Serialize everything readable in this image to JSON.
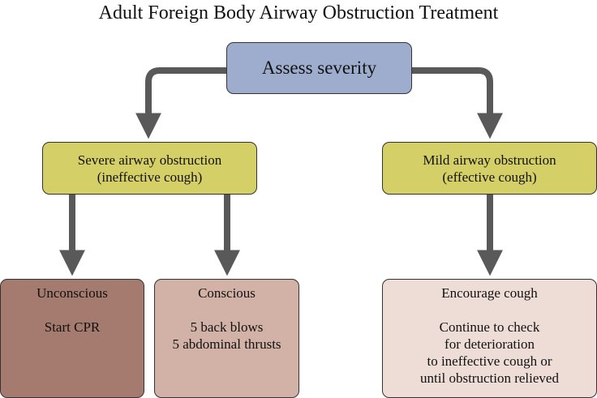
{
  "title": "Adult Foreign Body Airway Obstruction Treatment",
  "nodes": {
    "assess": {
      "label": "Assess severity"
    },
    "severe": {
      "line1": "Severe airway obstruction",
      "line2": "(ineffective cough)"
    },
    "mild": {
      "line1": "Mild airway obstruction",
      "line2": "(effective cough)"
    },
    "unconscious": {
      "heading": "Unconscious",
      "line1": "Start CPR"
    },
    "conscious": {
      "heading": "Conscious",
      "line1": "5 back blows",
      "line2": "5 abdominal thrusts"
    },
    "encourage": {
      "heading": "Encourage cough",
      "line1": "Continue to check",
      "line2": "for deterioration",
      "line3": "to ineffective cough or",
      "line4": "until obstruction relieved"
    }
  },
  "colors": {
    "top_box": "#9eaccd",
    "mid_boxes": "#d4cf66",
    "unconscious_box": "#a57b6f",
    "conscious_box": "#d2b2a6",
    "encourage_box": "#eeddd6",
    "arrows": "#595959"
  }
}
